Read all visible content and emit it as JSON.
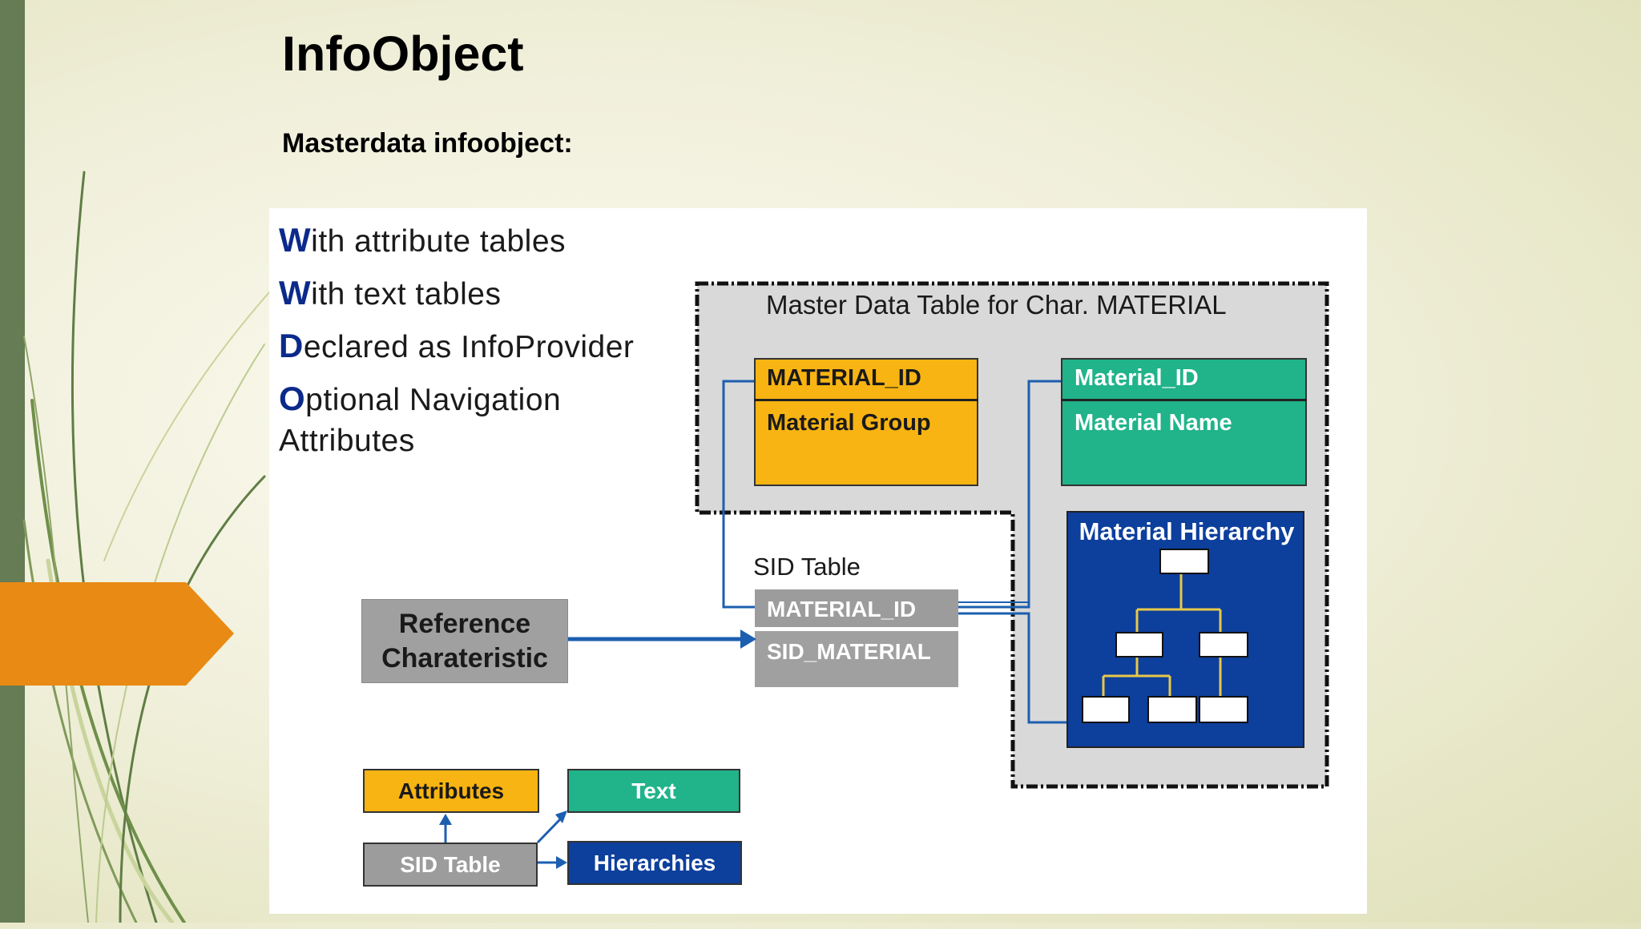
{
  "slide": {
    "title": "InfoObject",
    "subtitle": "Masterdata infoobject:"
  },
  "diagram": {
    "bullets": [
      {
        "initial": "W",
        "rest": "ith attribute tables"
      },
      {
        "initial": "W",
        "rest": "ith text tables"
      },
      {
        "initial": "D",
        "rest": "eclared as InfoProvider"
      },
      {
        "initial": "O",
        "rest": "ptional Navigation",
        "rest2": "Attributes"
      }
    ],
    "master_table_title": "Master Data Table for Char. MATERIAL",
    "attribute_table": {
      "key": "MATERIAL_ID",
      "field": "Material Group"
    },
    "text_table": {
      "key": "Material_ID",
      "field": "Material Name"
    },
    "hierarchy_title": "Material Hierarchy",
    "sid_table": {
      "label": "SID Table",
      "key": "MATERIAL_ID",
      "sid": "SID_MATERIAL"
    },
    "reference": {
      "line1": "Reference",
      "line2": "Charateristic"
    },
    "legend": {
      "attributes": "Attributes",
      "text": "Text",
      "sid_table": "SID Table",
      "hierarchies": "Hierarchies"
    }
  },
  "colors": {
    "attributes": "#f8b412",
    "text": "#21b38a",
    "hierarchies": "#0d3f9c",
    "sid": "#9c9c9c",
    "accent_orange": "#e88a14",
    "bullet_initial": "#0b2a8a",
    "connector": "#1c5fb0"
  }
}
